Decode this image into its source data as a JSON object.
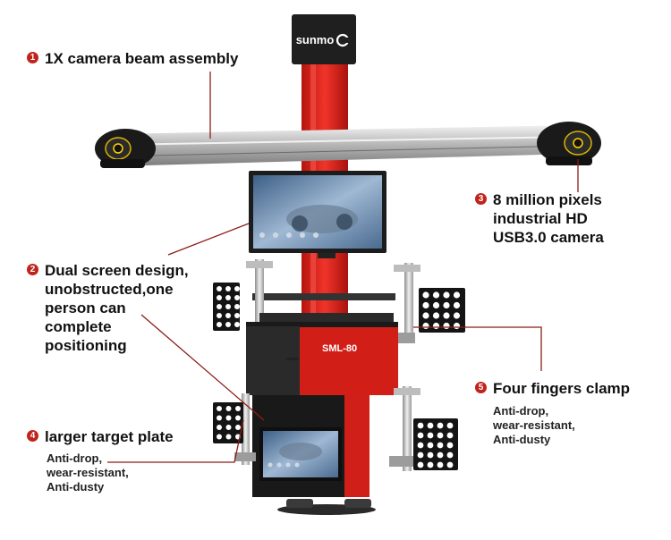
{
  "brand": {
    "logo_text": "sunmo"
  },
  "model_label": "SML-80",
  "colors": {
    "accent_red": "#c0231c",
    "column_red": "#e8261c",
    "cabinet_dark": "#1b1b1b"
  },
  "callouts": [
    {
      "number": "1",
      "title": "1X camera beam assembly"
    },
    {
      "number": "2",
      "title": "Dual screen design,\nunobstructed,one\nperson can\ncomplete\npositioning"
    },
    {
      "number": "3",
      "title": "8 million pixels\nindustrial HD\nUSB3.0 camera"
    },
    {
      "number": "4",
      "title": "larger target plate",
      "sub": "Anti-drop,\nwear-resistant,\nAnti-dusty"
    },
    {
      "number": "5",
      "title": "Four fingers clamp",
      "sub": "Anti-drop,\nwear-resistant,\nAnti-dusty"
    }
  ]
}
